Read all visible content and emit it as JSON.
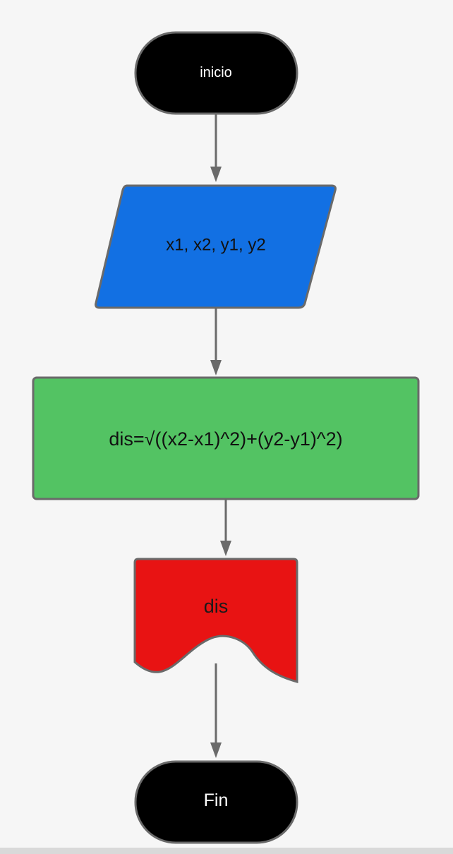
{
  "diagram": {
    "nodes": {
      "start": {
        "label": "inicio",
        "color": "#000000",
        "text_color": "#ffffff"
      },
      "input": {
        "label": "x1, x2, y1, y2",
        "color": "#1270e3",
        "text_color": "#111111"
      },
      "process": {
        "label": "dis=√((x2-x1)^2)+(y2-y1)^2)",
        "color": "#53c363",
        "text_color": "#111111"
      },
      "output": {
        "label": "dis",
        "color": "#e81313",
        "text_color": "#1a1a1a"
      },
      "end": {
        "label": "Fin",
        "color": "#000000",
        "text_color": "#ffffff"
      }
    },
    "edges": [
      {
        "from": "start",
        "to": "input"
      },
      {
        "from": "input",
        "to": "process"
      },
      {
        "from": "process",
        "to": "output"
      },
      {
        "from": "output",
        "to": "end"
      }
    ],
    "stroke_color": "#6a6a6a"
  }
}
